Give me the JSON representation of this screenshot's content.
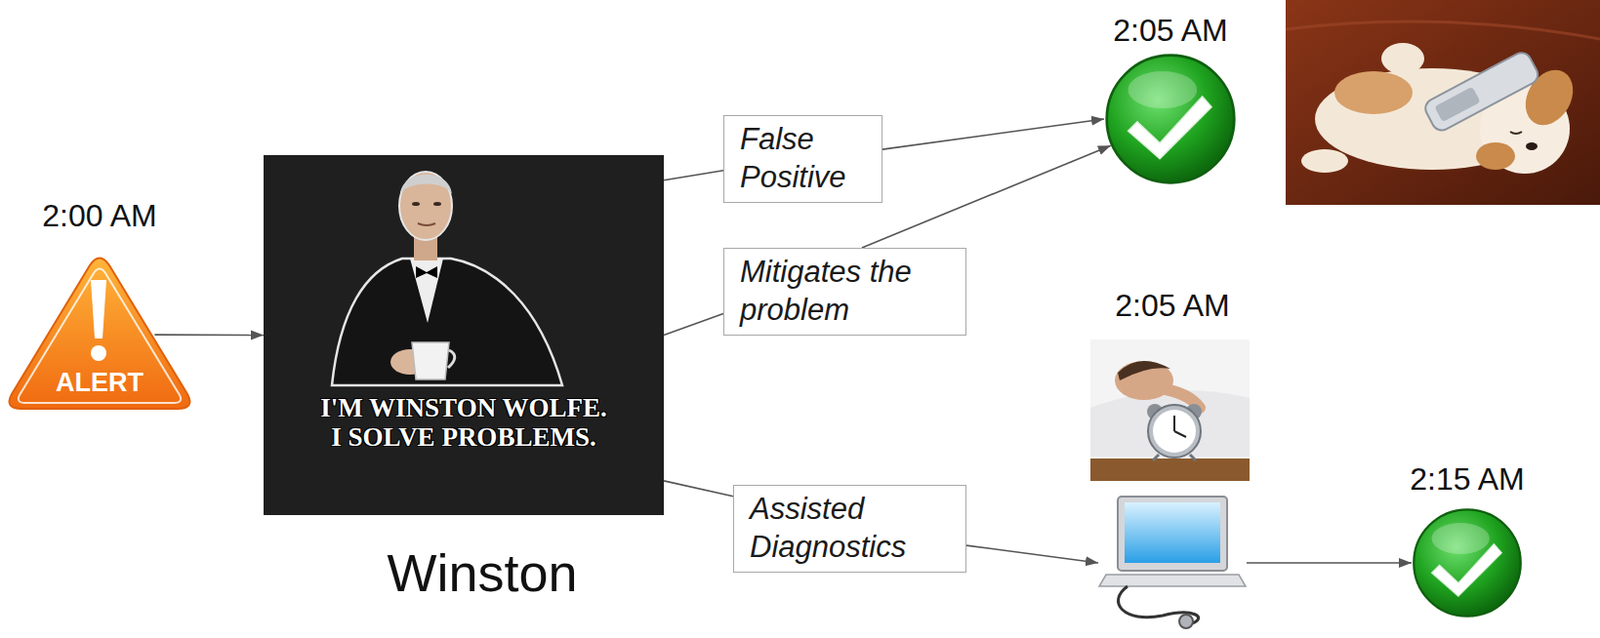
{
  "diagram": {
    "nodes": [
      {
        "text": [
          "2:00 AM",
          "ALERT"
        ]
      },
      {
        "text": [
          "I'M WINSTON WOLFE. I SOLVE PROBLEMS.",
          "Winston"
        ]
      },
      {
        "text": [
          "False Positive"
        ]
      },
      {
        "text": [
          "Mitigates the problem"
        ]
      },
      {
        "text": [
          "Assisted Diagnostics"
        ]
      },
      {
        "text": [
          "2:05 AM"
        ]
      },
      {
        "text": [
          "2:05 AM"
        ]
      },
      {
        "text": [
          "2:15 AM"
        ]
      }
    ],
    "edges": [
      {
        "from": 0,
        "to": 1,
        "arrow": "to"
      },
      {
        "from": 1,
        "to": 2,
        "arrow": "none"
      },
      {
        "from": 1,
        "to": 3,
        "arrow": "none"
      },
      {
        "from": 1,
        "to": 4,
        "arrow": "none"
      },
      {
        "from": 2,
        "to": 5,
        "arrow": "to"
      },
      {
        "from": 3,
        "to": 5,
        "arrow": "to"
      },
      {
        "from": 4,
        "to": 6,
        "arrow": "to"
      },
      {
        "from": 6,
        "to": 7,
        "arrow": "to"
      }
    ]
  }
}
